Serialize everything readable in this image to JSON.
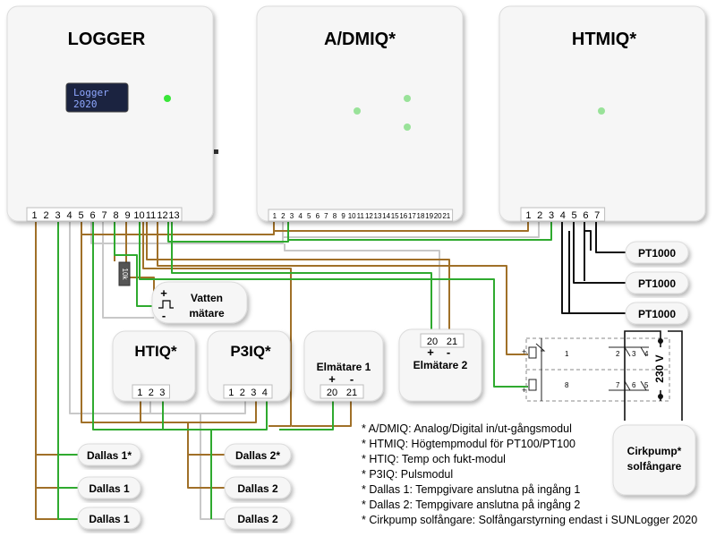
{
  "modules": {
    "logger": {
      "title": "LOGGER",
      "display_lines": [
        "Logger",
        "2020"
      ],
      "terminals": [
        "1",
        "2",
        "3",
        "4",
        "5",
        "6",
        "7",
        "8",
        "9",
        "10",
        "11",
        "12",
        "13"
      ]
    },
    "admiq": {
      "title": "A/DMIQ*",
      "terminals": [
        "1",
        "2",
        "3",
        "4",
        "5",
        "6",
        "7",
        "8",
        "9",
        "10",
        "11",
        "12",
        "13",
        "14",
        "15",
        "16",
        "17",
        "18",
        "19",
        "20",
        "21"
      ]
    },
    "htmiq": {
      "title": "HTMIQ*",
      "terminals": [
        "1",
        "2",
        "3",
        "4",
        "5",
        "6",
        "7"
      ]
    },
    "htiq": {
      "title": "HTIQ*",
      "terminals": [
        "1",
        "2",
        "3"
      ]
    },
    "p3iq": {
      "title": "P3IQ*",
      "terminals": [
        "1",
        "2",
        "3",
        "4"
      ]
    },
    "elmatare1": {
      "title": "Elmätare 1",
      "plus": "+",
      "minus": "-",
      "terminals": [
        "20",
        "21"
      ]
    },
    "elmatare2": {
      "title": "Elmätare 2",
      "plus": "+",
      "minus": "-",
      "terminals": [
        "20",
        "21"
      ]
    },
    "vattenmatare": {
      "line1": "Vatten",
      "line2": "mätare",
      "plus": "+",
      "minus": "-"
    },
    "cirkpump": {
      "line1": "Cirkpump*",
      "line2": "solfångare"
    }
  },
  "resistor_label": "10k",
  "relay": {
    "voltage": "230 V",
    "pins": [
      "1",
      "2",
      "3",
      "4",
      "5",
      "6",
      "7",
      "8"
    ]
  },
  "sensors": {
    "pt1000": [
      "PT1000",
      "PT1000",
      "PT1000"
    ],
    "dallas_left": [
      "Dallas 1*",
      "Dallas 1",
      "Dallas 1"
    ],
    "dallas_right": [
      "Dallas 2*",
      "Dallas 2",
      "Dallas 2"
    ]
  },
  "notes": [
    "* A/DMIQ: Analog/Digital in/ut-gångsmodul",
    "* HTMIQ: Högtempmodul för PT100/PT100",
    "* HTIQ: Temp och fukt-modul",
    "* P3IQ: Pulsmodul",
    "* Dallas 1: Tempgivare anslutna på ingång 1",
    "* Dallas 2: Tempgivare anslutna på ingång 2",
    "* Cirkpump solfångare: Solfångarstyrning endast i SUNLogger 2020"
  ],
  "colors": {
    "wire_brown": "#a07028",
    "wire_green": "#2faa2f",
    "wire_gray": "#c8c8c8",
    "wire_black": "#111111",
    "led_green": "#39e639",
    "display_bg": "#1b2340",
    "display_text": "#8fa8ff"
  }
}
